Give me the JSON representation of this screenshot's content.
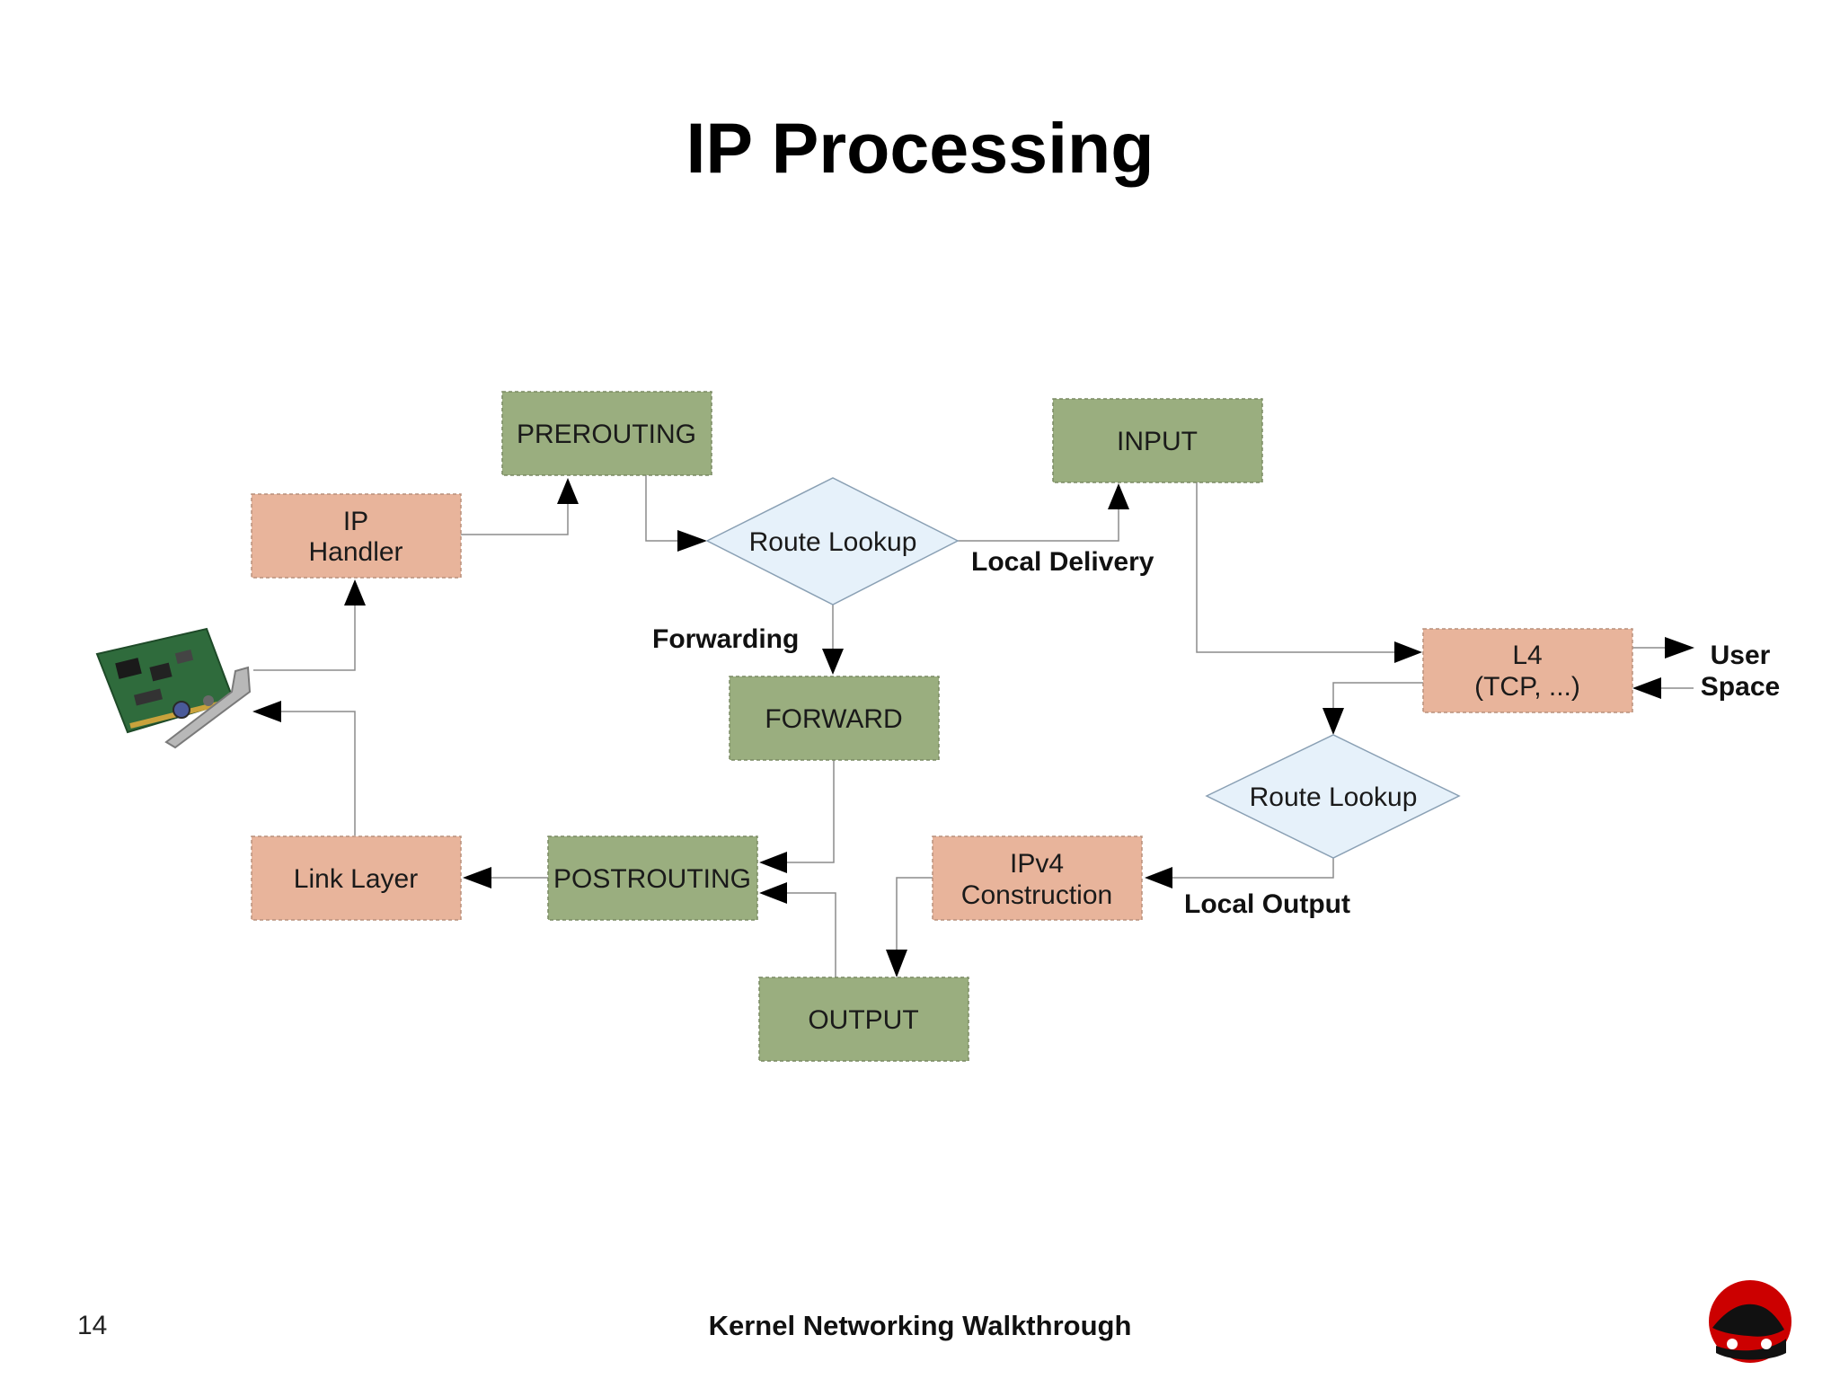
{
  "slide": {
    "title": "IP Processing",
    "page_number": "14",
    "footer": "Kernel Networking Walkthrough"
  },
  "colors": {
    "netfilter_hook": "#9aae7f",
    "processing_stage": "#e8b49b",
    "decision": "#e6f1fa",
    "arrow": "#000000",
    "connector": "#8c8c8c"
  },
  "diagram": {
    "nodes": {
      "prerouting": "PREROUTING",
      "input": "INPUT",
      "ip_handler_line1": "IP",
      "ip_handler_line2": "Handler",
      "route_lookup_top": "Route Lookup",
      "forward": "FORWARD",
      "l4_line1": "L4",
      "l4_line2": "(TCP, ...)",
      "route_lookup_bottom": "Route Lookup",
      "ipv4_line1": "IPv4",
      "ipv4_line2": "Construction",
      "postrouting": "POSTROUTING",
      "link_layer": "Link Layer",
      "output": "OUTPUT"
    },
    "labels": {
      "local_delivery": "Local Delivery",
      "forwarding": "Forwarding",
      "user_line1": "User",
      "user_line2": "Space",
      "local_output": "Local Output"
    }
  }
}
